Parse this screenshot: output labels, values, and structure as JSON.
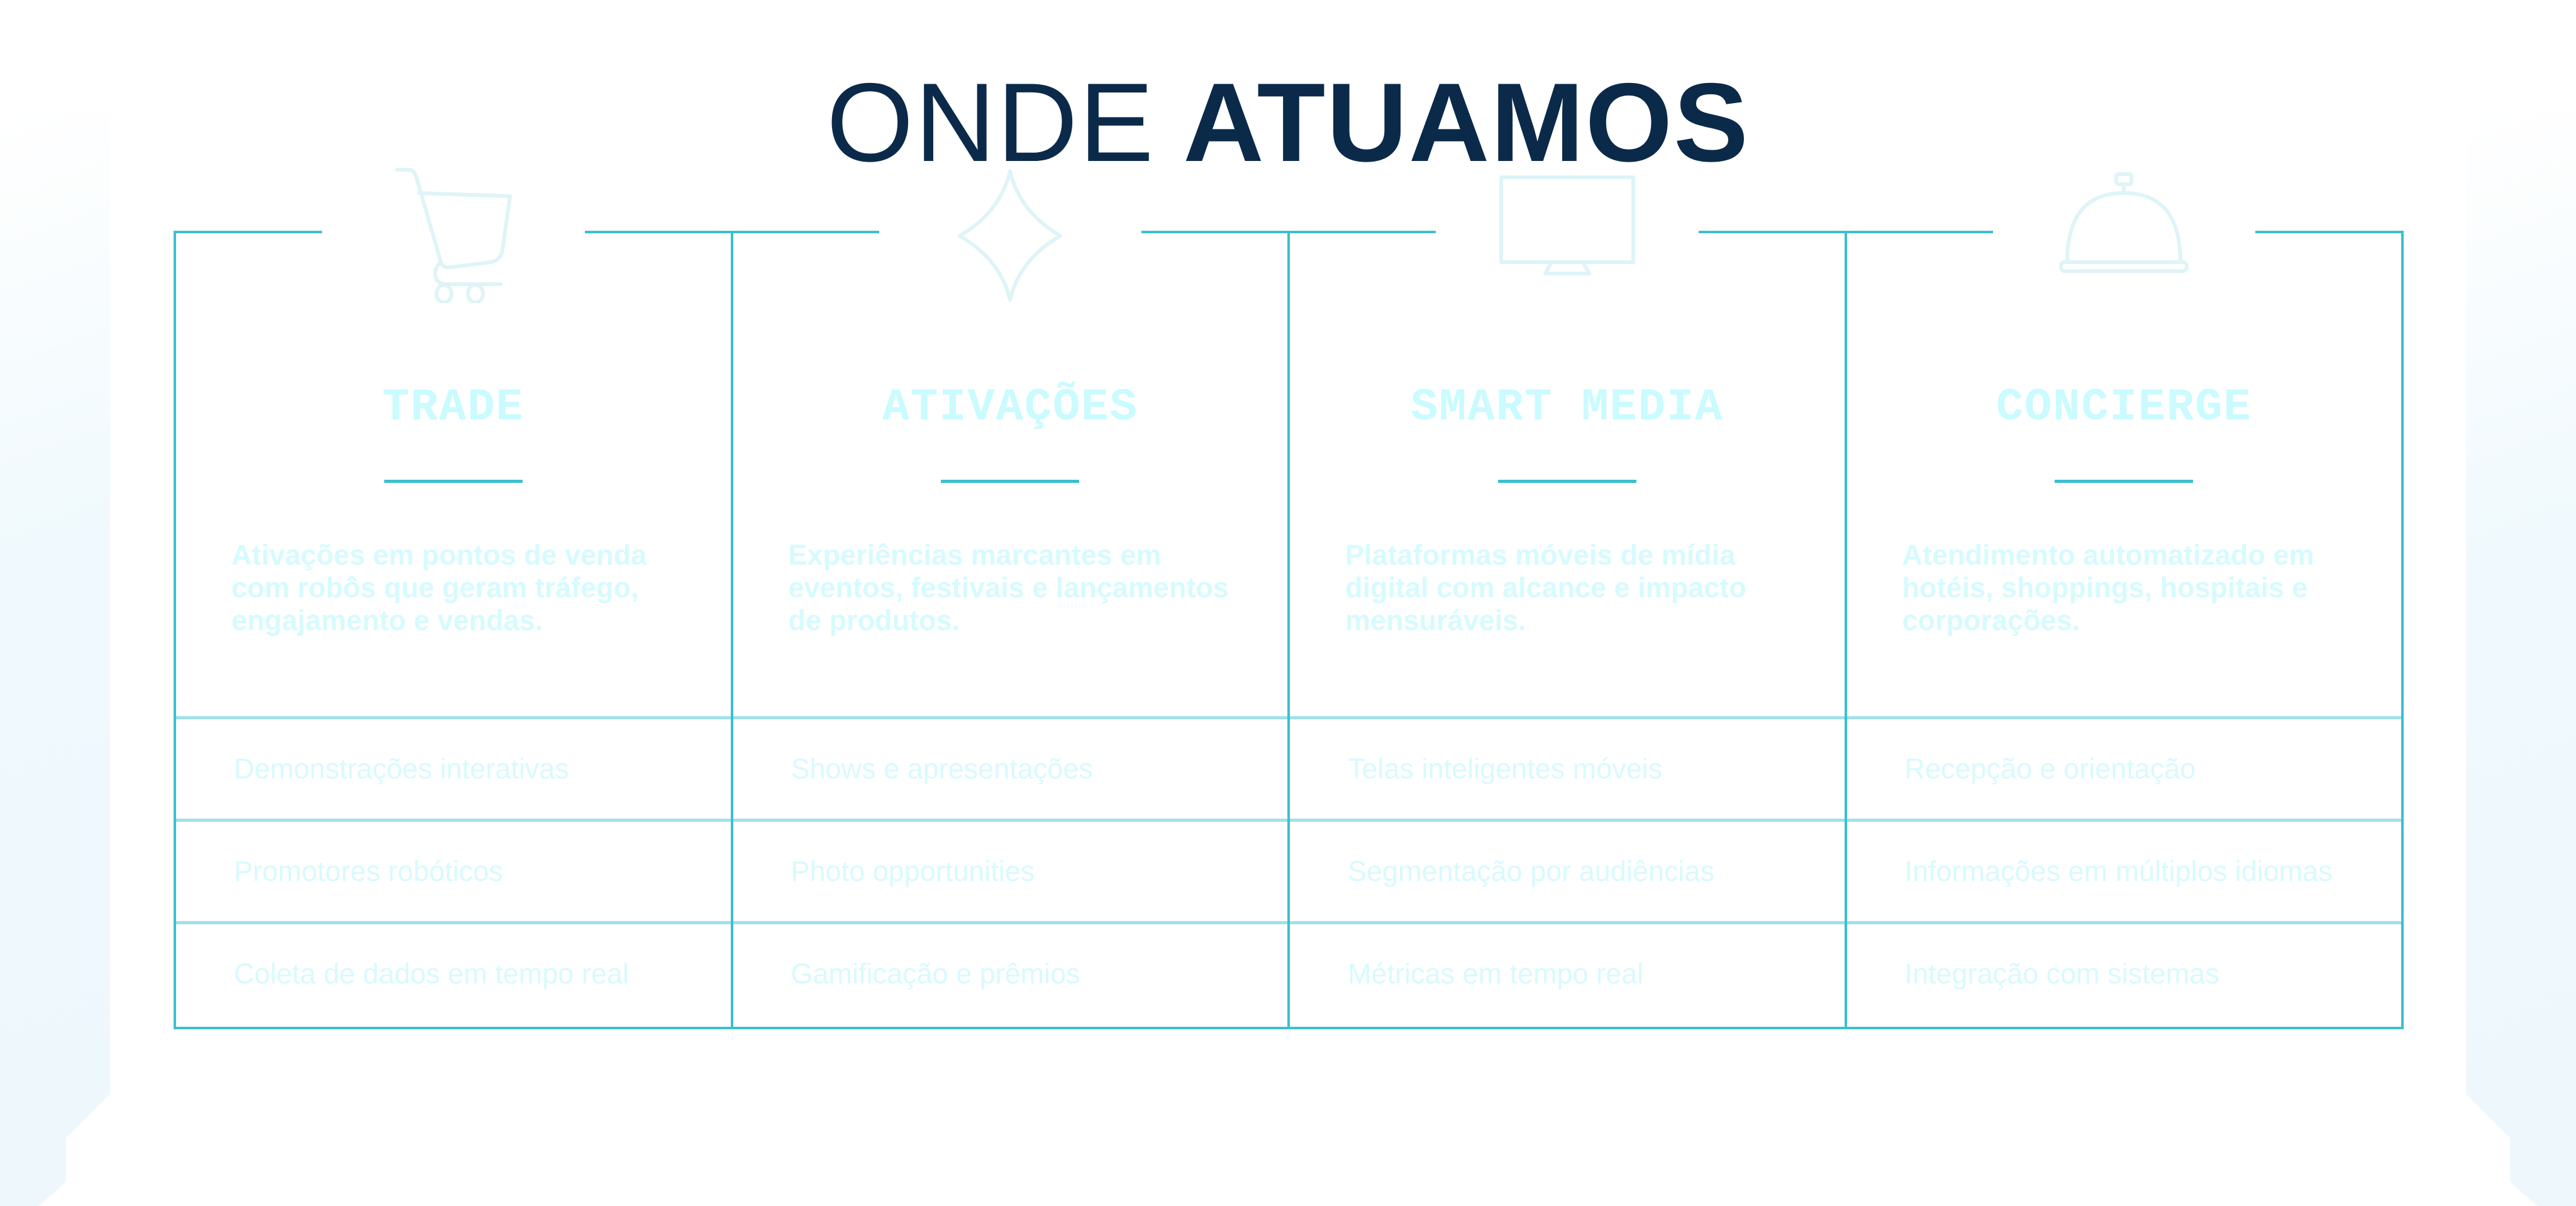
{
  "header": {
    "title_light": "ONDE",
    "title_bold": "ATUAMOS"
  },
  "colors": {
    "accent": "#3bbfcf",
    "title": "#0b2a4a",
    "text_light": "#d6fbff"
  },
  "columns": [
    {
      "icon": "shopping-cart-icon",
      "title": "TRADE",
      "description": "Ativações em pontos de venda com robôs que geram tráfego, engajamento e vendas.",
      "items": [
        "Demonstrações interativas",
        "Promotores robóticos",
        "Coleta de dados em tempo real"
      ]
    },
    {
      "icon": "sparkle-star-icon",
      "title": "ATIVAÇÕES",
      "description": "Experiências marcantes em eventos, festivais e lançamentos de produtos.",
      "items": [
        "Shows e apresentações",
        "Photo opportunities",
        "Gamificação e prêmios"
      ]
    },
    {
      "icon": "monitor-icon",
      "title": "SMART MEDIA",
      "description": "Plataformas móveis de mídia digital com alcance e impacto mensuráveis.",
      "items": [
        "Telas inteligentes móveis",
        "Segmentação por audiências",
        "Métricas em tempo real"
      ]
    },
    {
      "icon": "service-bell-icon",
      "title": "CONCIERGE",
      "description": "Atendimento automatizado em hotéis, shoppings, hospitais e corporações.",
      "items": [
        "Recepção e orientação",
        "Informações em múltiplos idiomas",
        "Integração com sistemas"
      ]
    }
  ]
}
